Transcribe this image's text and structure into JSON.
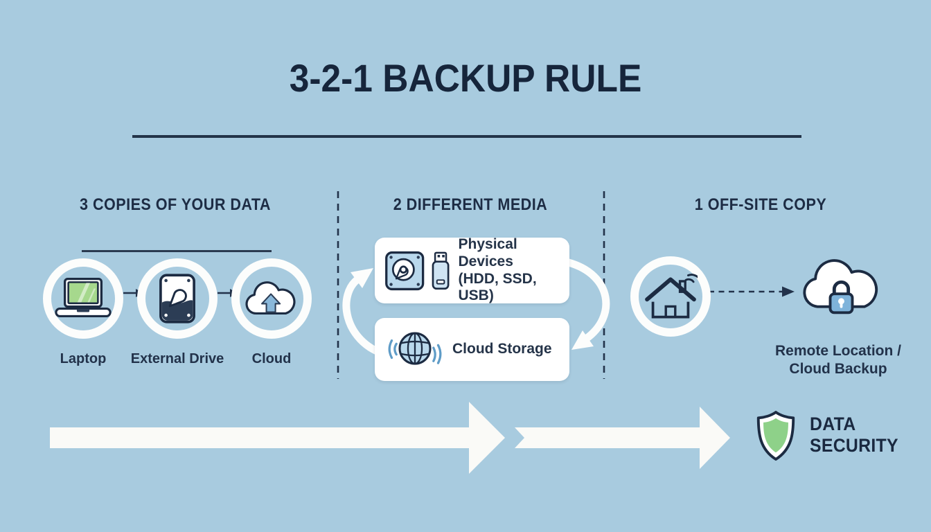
{
  "title": "3-2-1 BACKUP RULE",
  "sections": {
    "copies": {
      "heading": "3 COPIES OF YOUR DATA",
      "items": [
        {
          "label": "Laptop",
          "icon": "laptop-icon"
        },
        {
          "label": "External Drive",
          "icon": "external-drive-icon"
        },
        {
          "label": "Cloud",
          "icon": "cloud-upload-icon"
        }
      ]
    },
    "media": {
      "heading": "2 DIFFERENT MEDIA",
      "cards": [
        {
          "title": "Physical Devices",
          "subtitle": "(HDD, SSD, USB)",
          "icons": [
            "hdd-icon",
            "usb-stick-icon"
          ]
        },
        {
          "title": "Cloud Storage",
          "icons": [
            "globe-network-icon"
          ]
        }
      ]
    },
    "offsite": {
      "heading": "1 OFF-SITE COPY",
      "source_icon": "house-icon",
      "target_icon": "secure-cloud-lock-icon",
      "label_line1": "Remote Location /",
      "label_line2": "Cloud Backup"
    }
  },
  "footer": {
    "shield_icon": "shield-icon",
    "label_line1": "DATA",
    "label_line2": "SECURITY"
  },
  "colors": {
    "background": "#a8cbdf",
    "navy": "#1c2b42",
    "card_white": "#ffffff",
    "arrow_white": "#fafaf7",
    "laptop_screen_green": "#a6d88d",
    "shield_green": "#8ed189",
    "icon_fill_blue": "#b9d8ec",
    "accent_blue": "#7fb3da",
    "wave_blue": "#5f9cc7"
  }
}
